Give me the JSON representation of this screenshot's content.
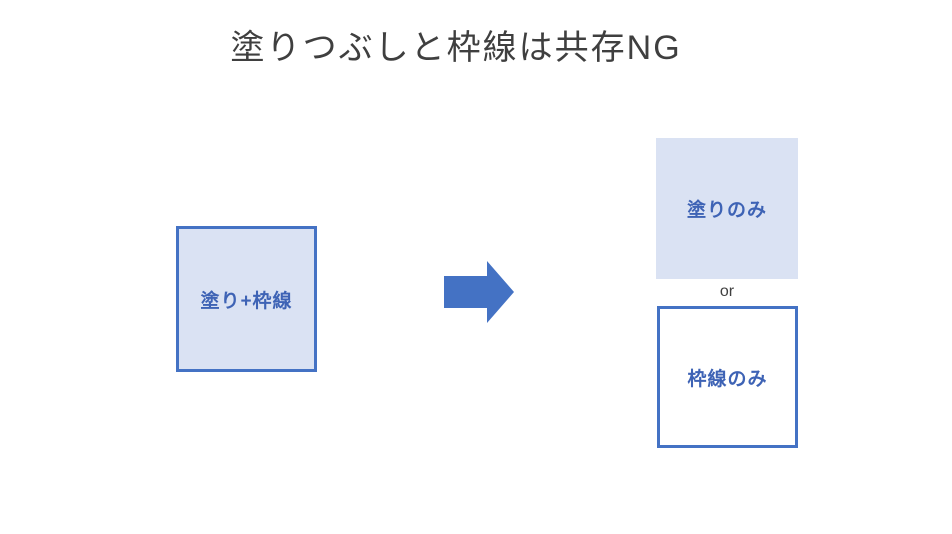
{
  "title": "塗りつぶしと枠線は共存NG",
  "colors": {
    "accent_blue": "#4472c4",
    "light_blue_fill": "#dae2f3",
    "box_label_blue": "#3e63b5",
    "title_gray": "#3f3f3f",
    "or_gray": "#404040",
    "background": "#ffffff"
  },
  "diagram": {
    "left_box": {
      "label": "塗り+枠線",
      "fill": "#dae2f3",
      "border": "#4472c4"
    },
    "arrow": {
      "name": "right-arrow",
      "color": "#4472c4"
    },
    "or_label": "or",
    "top_right_box": {
      "label": "塗りのみ",
      "fill": "#dae2f3",
      "border": "none"
    },
    "bottom_right_box": {
      "label": "枠線のみ",
      "fill": "#ffffff",
      "border": "#4472c4"
    }
  }
}
